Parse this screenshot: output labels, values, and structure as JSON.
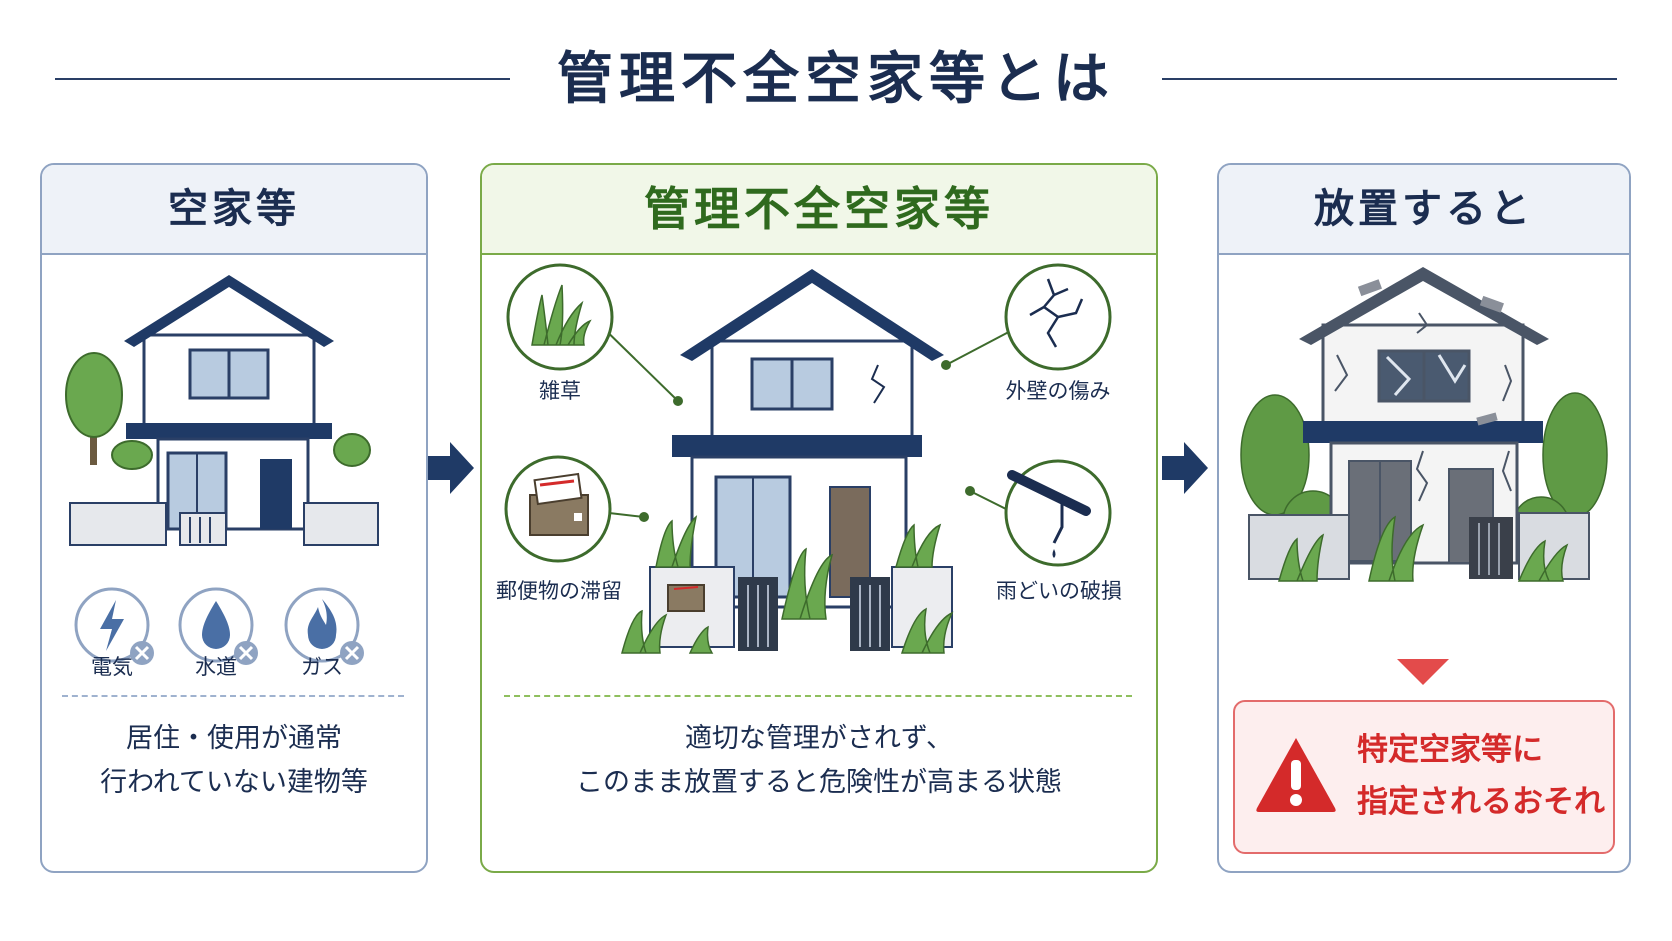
{
  "title": "管理不全空家等とは",
  "left": {
    "heading": "空家等",
    "utilities": [
      {
        "label": "電気",
        "icon": "lightning-icon"
      },
      {
        "label": "水道",
        "icon": "water-drop-icon"
      },
      {
        "label": "ガス",
        "icon": "flame-icon"
      }
    ],
    "desc_line1": "居住・使用が通常",
    "desc_line2": "行われていない建物等"
  },
  "middle": {
    "heading": "管理不全空家等",
    "callouts": {
      "weeds": "雑草",
      "wall": "外壁の傷み",
      "mail": "郵便物の滞留",
      "gutter": "雨どいの破損"
    },
    "desc_line1": "適切な管理がされず、",
    "desc_line2": "このまま放置すると危険性が高まる状態"
  },
  "right": {
    "heading": "放置すると",
    "warning_line1": "特定空家等に",
    "warning_line2": "指定されるおそれ"
  },
  "colors": {
    "navy": "#1f3a66",
    "green": "#7aaa48",
    "red": "#d42a2a"
  }
}
